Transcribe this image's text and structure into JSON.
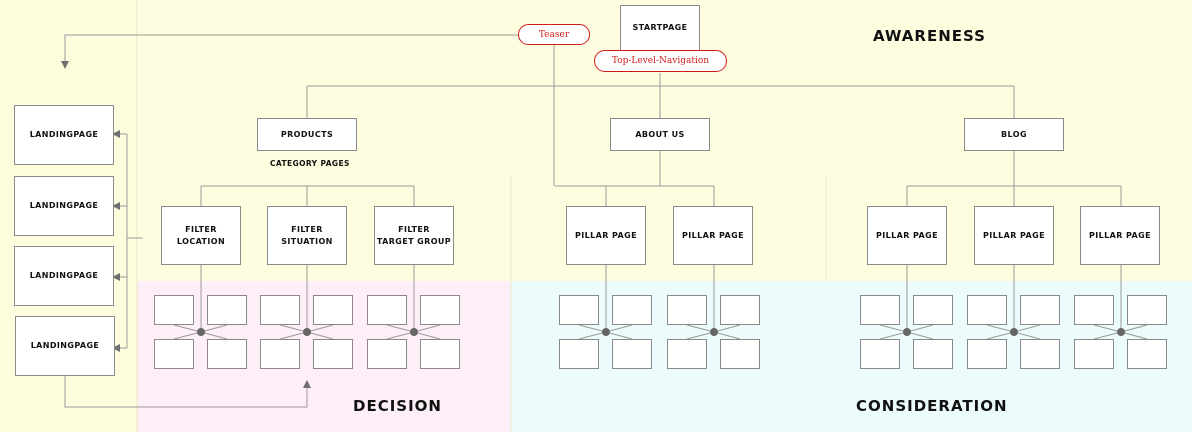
{
  "colors": {
    "awareness_bg": "#fffde0",
    "left_bg": "#fdfcdc",
    "decision_bg": "#fdeef8",
    "consideration_bg": "#ecfbfb",
    "teaser_red": "#d21a1a",
    "line": "#9a9a9a",
    "dot": "#666666"
  },
  "zones": {
    "awareness": "AWARENESS",
    "decision": "DECISION",
    "consideration": "CONSIDERATION"
  },
  "top": {
    "startpage": "STARTPAGE",
    "teaser": "Teaser",
    "top_nav": "Top-Level-Navigation"
  },
  "sections": {
    "products": "PRODUCTS",
    "category_pages": "CATEGORY PAGES",
    "about_us": "ABOUT US",
    "blog": "BLOG"
  },
  "filters": {
    "location": "FILTER\nLOCATION",
    "situation": "FILTER\nSITUATION",
    "target_group": "FILTER\nTARGET GROUP"
  },
  "pillar_label": "PILLAR PAGE",
  "landing_label": "LANDINGPAGE"
}
